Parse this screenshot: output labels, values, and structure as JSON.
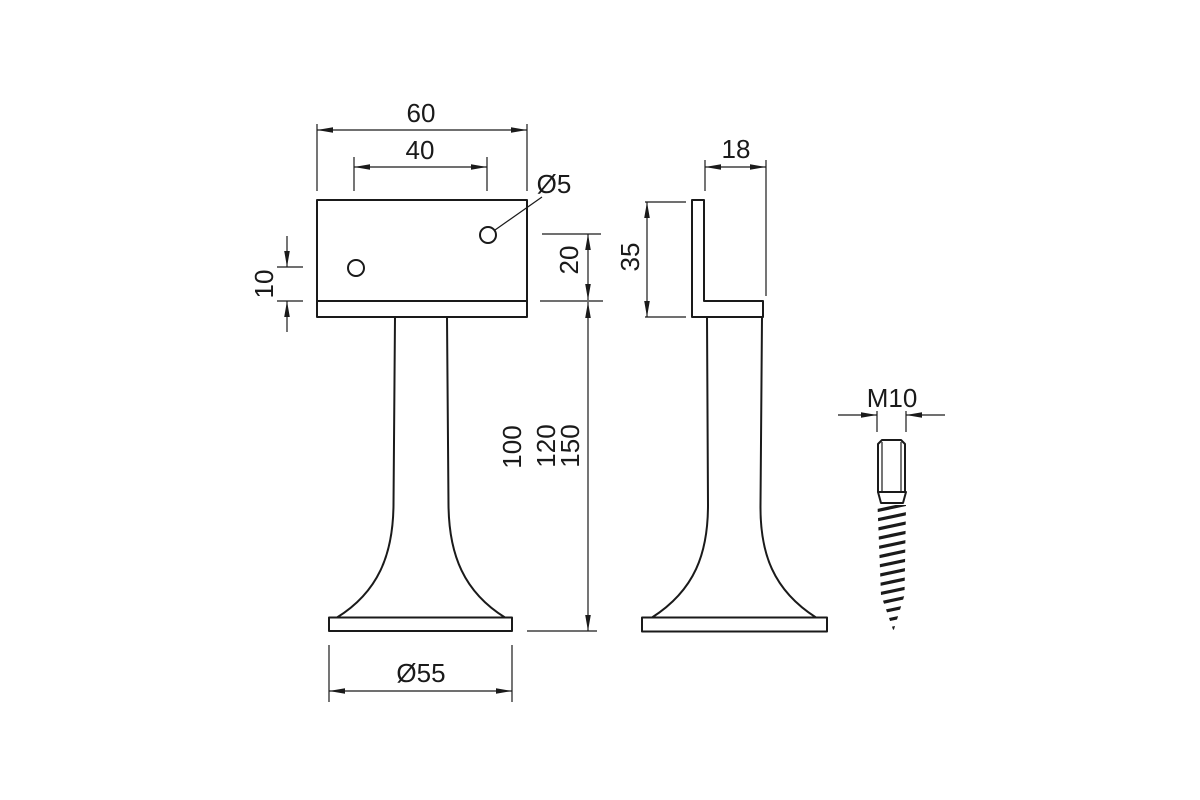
{
  "drawing_type": "technical-dimension-drawing",
  "colors": {
    "line": "#1a1a1a",
    "background": "#ffffff"
  },
  "views": {
    "front": {
      "labels": {
        "plate_width": "60",
        "hole_spacing": "40",
        "hole_diameter": "Ø5",
        "hole_offset_small": "10",
        "hole_offset_large": "20",
        "height_variants": [
          "100",
          "120",
          "150"
        ],
        "base_diameter": "Ø55"
      }
    },
    "side": {
      "labels": {
        "depth": "18",
        "plate_height": "35"
      }
    },
    "fastener": {
      "labels": {
        "thread": "M10"
      }
    }
  }
}
